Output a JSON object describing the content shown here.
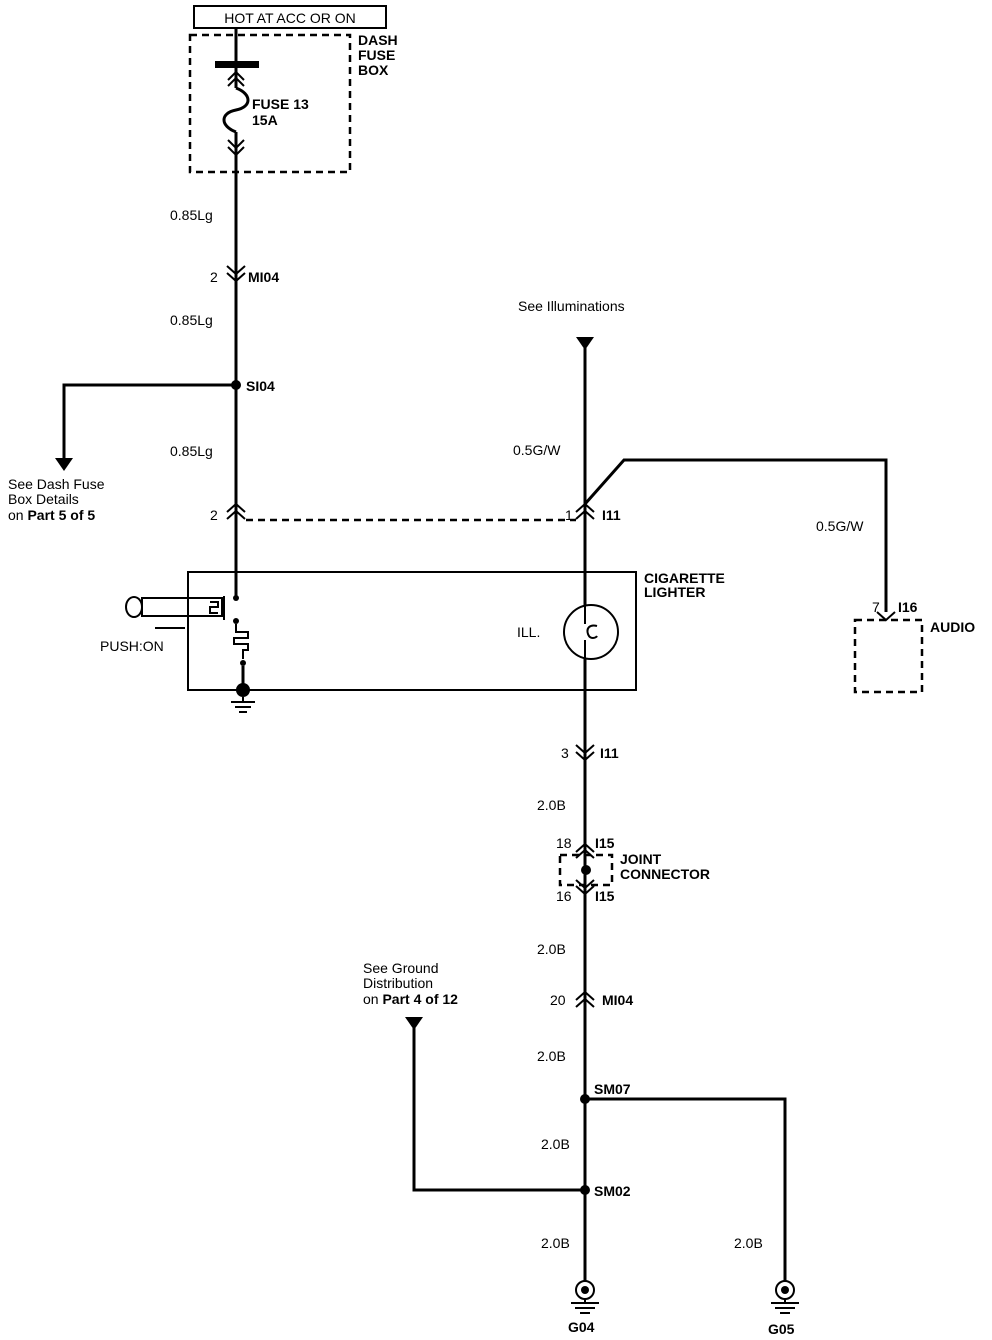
{
  "power_source": "HOT AT ACC OR ON",
  "dash_fuse_box": {
    "label": [
      "DASH",
      "FUSE",
      "BOX"
    ],
    "fuse": "FUSE 13",
    "rating": "15A"
  },
  "left_circuit": {
    "wire_1": "0.85Lg",
    "connector_mi04": {
      "pin": "2",
      "name": "MI04"
    },
    "wire_2": "0.85Lg",
    "splice": "SI04",
    "branch_note": {
      "line_1": "See Dash Fuse",
      "line_2": "Box Details",
      "line_3_prefix": "on",
      "line_3_ref": "Part 5 of 5"
    },
    "wire_3": "0.85Lg",
    "connector_i11": {
      "pin": "2"
    }
  },
  "illumination_circuit": {
    "note": "See Illuminations",
    "wire_1": "0.5G/W",
    "connector_i11": {
      "pin": "1",
      "name": "I11"
    },
    "audio_wire": "0.5G/W",
    "audio_connector": {
      "pin": "7",
      "name": "I16"
    },
    "audio_label": "AUDIO"
  },
  "cigarette_lighter": {
    "label": [
      "CIGARETTE",
      "LIGHTER"
    ],
    "push_label": "PUSH:ON",
    "ill_label": "ILL."
  },
  "ground_circuit": {
    "connector_i11": {
      "pin": "3",
      "name": "I11"
    },
    "wire_1": "2.0B",
    "joint_in": {
      "pin": "18",
      "name": "I15"
    },
    "joint_label": [
      "JOINT",
      "CONNECTOR"
    ],
    "joint_out": {
      "pin": "16",
      "name": "I15"
    },
    "wire_2": "2.0B",
    "connector_mi04": {
      "pin": "20",
      "name": "MI04"
    },
    "ground_note": {
      "line_1": "See Ground",
      "line_2": "Distribution",
      "line_3_prefix": "on",
      "line_3_ref": "Part 4 of 12"
    },
    "wire_3": "2.0B",
    "splice_sm07": "SM07",
    "wire_4": "2.0B",
    "splice_sm02": "SM02",
    "wire_5": "2.0B",
    "wire_6": "2.0B",
    "ground_g04": "G04",
    "ground_g05": "G05"
  },
  "colors": {
    "ink": "#000000",
    "background": "#ffffff"
  }
}
